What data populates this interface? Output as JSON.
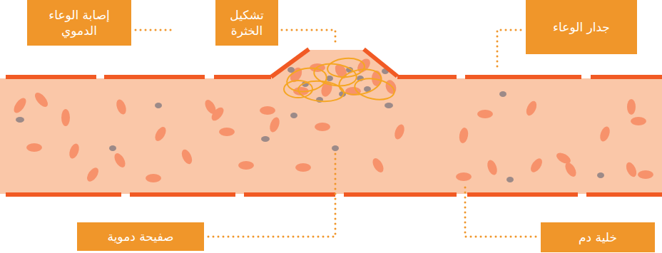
{
  "diagram": {
    "nodes": [
      {
        "text": [
          "إصابة الوعاء الدموي"
        ]
      },
      {
        "text": [
          "تشكيل الخثرة"
        ]
      },
      {
        "text": [
          "جدار الوعاء"
        ]
      },
      {
        "text": [
          "صفيحة دموية"
        ]
      },
      {
        "text": [
          "خلية دم"
        ]
      }
    ]
  }
}
